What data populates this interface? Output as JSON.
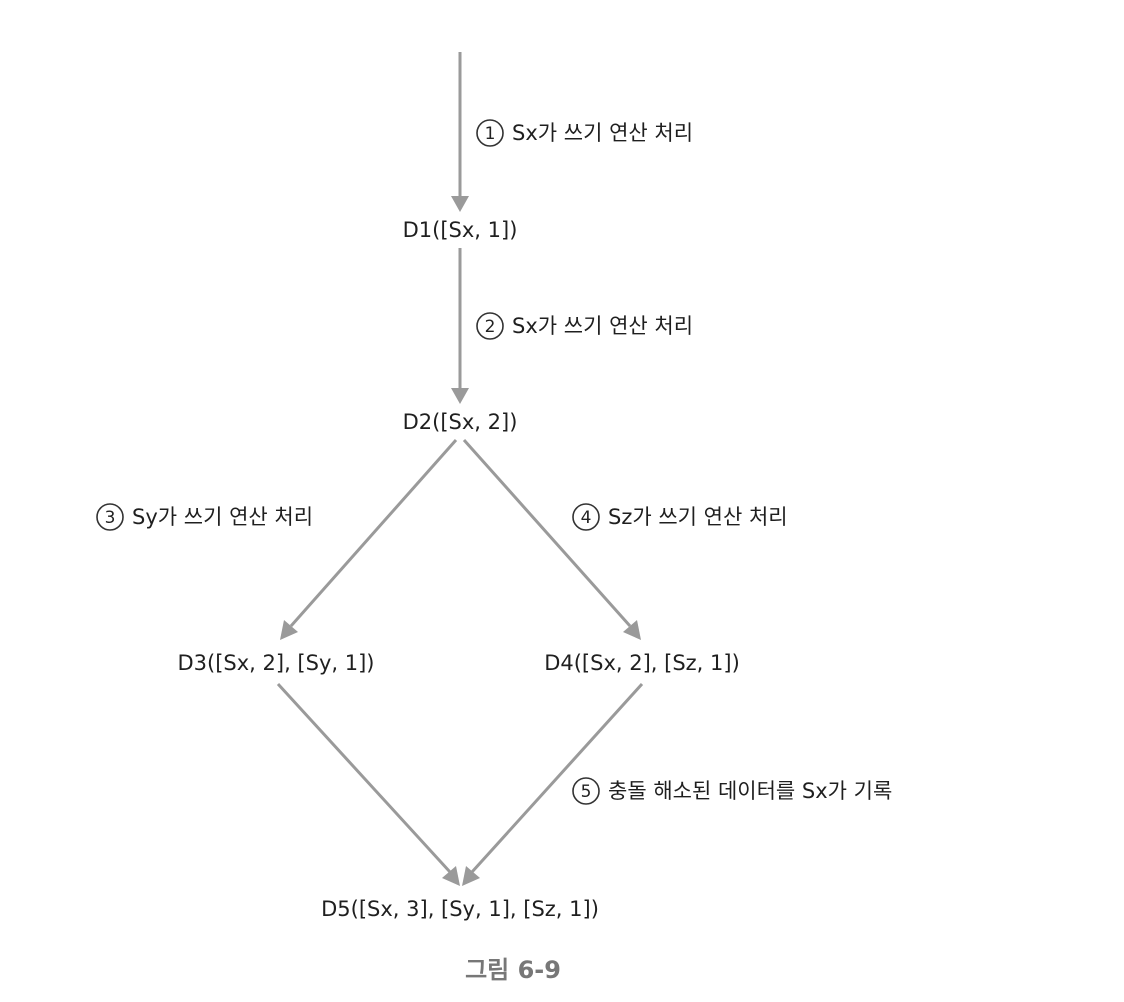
{
  "nodes": [
    {
      "id": "d1",
      "label": "D1([Sx, 1])"
    },
    {
      "id": "d2",
      "label": "D2([Sx, 2])"
    },
    {
      "id": "d3",
      "label": "D3([Sx, 2], [Sy, 1])"
    },
    {
      "id": "d4",
      "label": "D4([Sx, 2], [Sz, 1])"
    },
    {
      "id": "d5",
      "label": "D5([Sx, 3], [Sy, 1], [Sz, 1])"
    }
  ],
  "edges": [
    {
      "id": "e1",
      "from": "start",
      "to": "d1",
      "step": "1",
      "label": "Sx가 쓰기 연산 처리"
    },
    {
      "id": "e2",
      "from": "d1",
      "to": "d2",
      "step": "2",
      "label": "Sx가 쓰기 연산 처리"
    },
    {
      "id": "e3",
      "from": "d2",
      "to": "d3",
      "step": "3",
      "label": "Sy가 쓰기 연산 처리"
    },
    {
      "id": "e4",
      "from": "d2",
      "to": "d4",
      "step": "4",
      "label": "Sz가 쓰기 연산 처리"
    },
    {
      "id": "e5",
      "from": "d3",
      "to": "d5",
      "step": "",
      "label": ""
    },
    {
      "id": "e6",
      "from": "d4",
      "to": "d5",
      "step": "5",
      "label": "충돌 해소된 데이터를 Sx가 기록"
    }
  ],
  "caption": "그림 6-9",
  "colors": {
    "edge": "#9a9a9a",
    "text": "#1f1f1f",
    "caption": "#777777"
  }
}
